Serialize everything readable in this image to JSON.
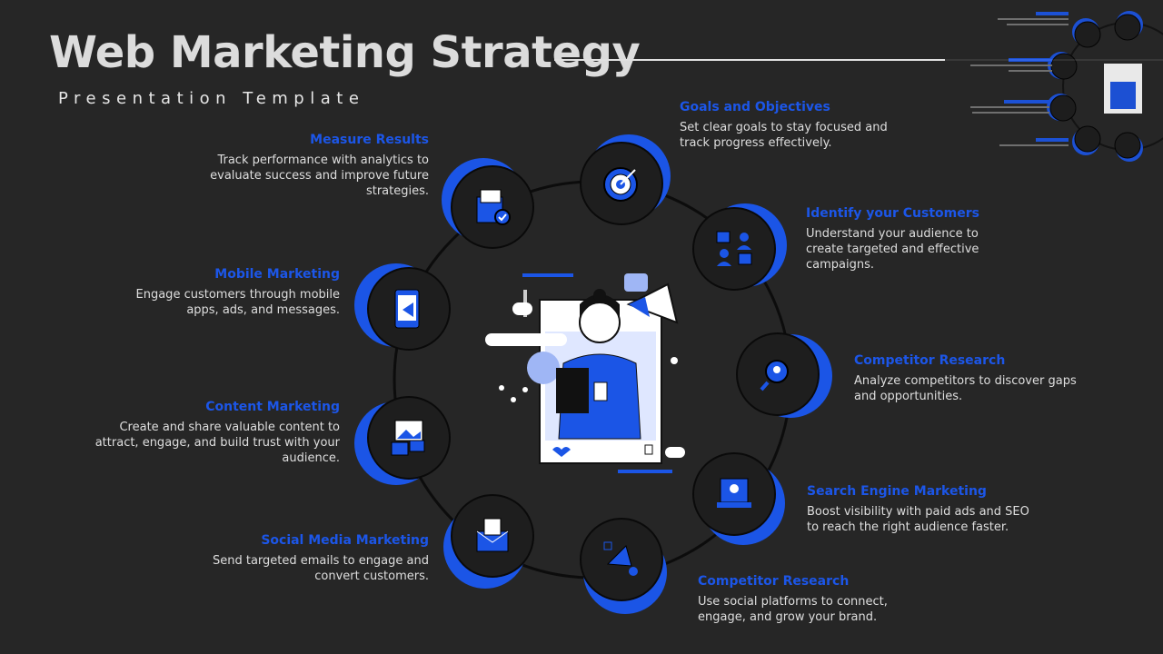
{
  "header": {
    "title": "Web Marketing Strategy",
    "subtitle": "Presentation Template"
  },
  "colors": {
    "accent": "#1c56e8",
    "background": "#262626"
  },
  "steps": [
    {
      "icon": "clipboard-check-icon",
      "title": "Measure Results",
      "desc": "Track performance with analytics to evaluate success and improve future strategies."
    },
    {
      "icon": "target-icon",
      "title": "Goals and Objectives",
      "desc": "Set clear goals to stay focused and track progress effectively."
    },
    {
      "icon": "customers-icon",
      "title": "Identify your Customers",
      "desc": "Understand your audience to create targeted and effective campaigns."
    },
    {
      "icon": "magnifier-users-icon",
      "title": "Competitor Research",
      "desc": "Analyze competitors to discover gaps and opportunities."
    },
    {
      "icon": "search-engine-icon",
      "title": "Search Engine Marketing",
      "desc": "Boost visibility with paid ads and SEO to reach the right audience faster."
    },
    {
      "icon": "megaphone-icon",
      "title": "Competitor Research",
      "desc": "Use social platforms to connect, engage, and grow your brand."
    },
    {
      "icon": "email-icon",
      "title": "Social Media Marketing",
      "desc": "Send targeted emails to engage and convert customers."
    },
    {
      "icon": "content-media-icon",
      "title": "Content Marketing",
      "desc": "Create and share valuable content to attract, engage, and build trust with your audience."
    },
    {
      "icon": "mobile-megaphone-icon",
      "title": "Mobile Marketing",
      "desc": "Engage customers through mobile apps, ads, and messages."
    }
  ]
}
